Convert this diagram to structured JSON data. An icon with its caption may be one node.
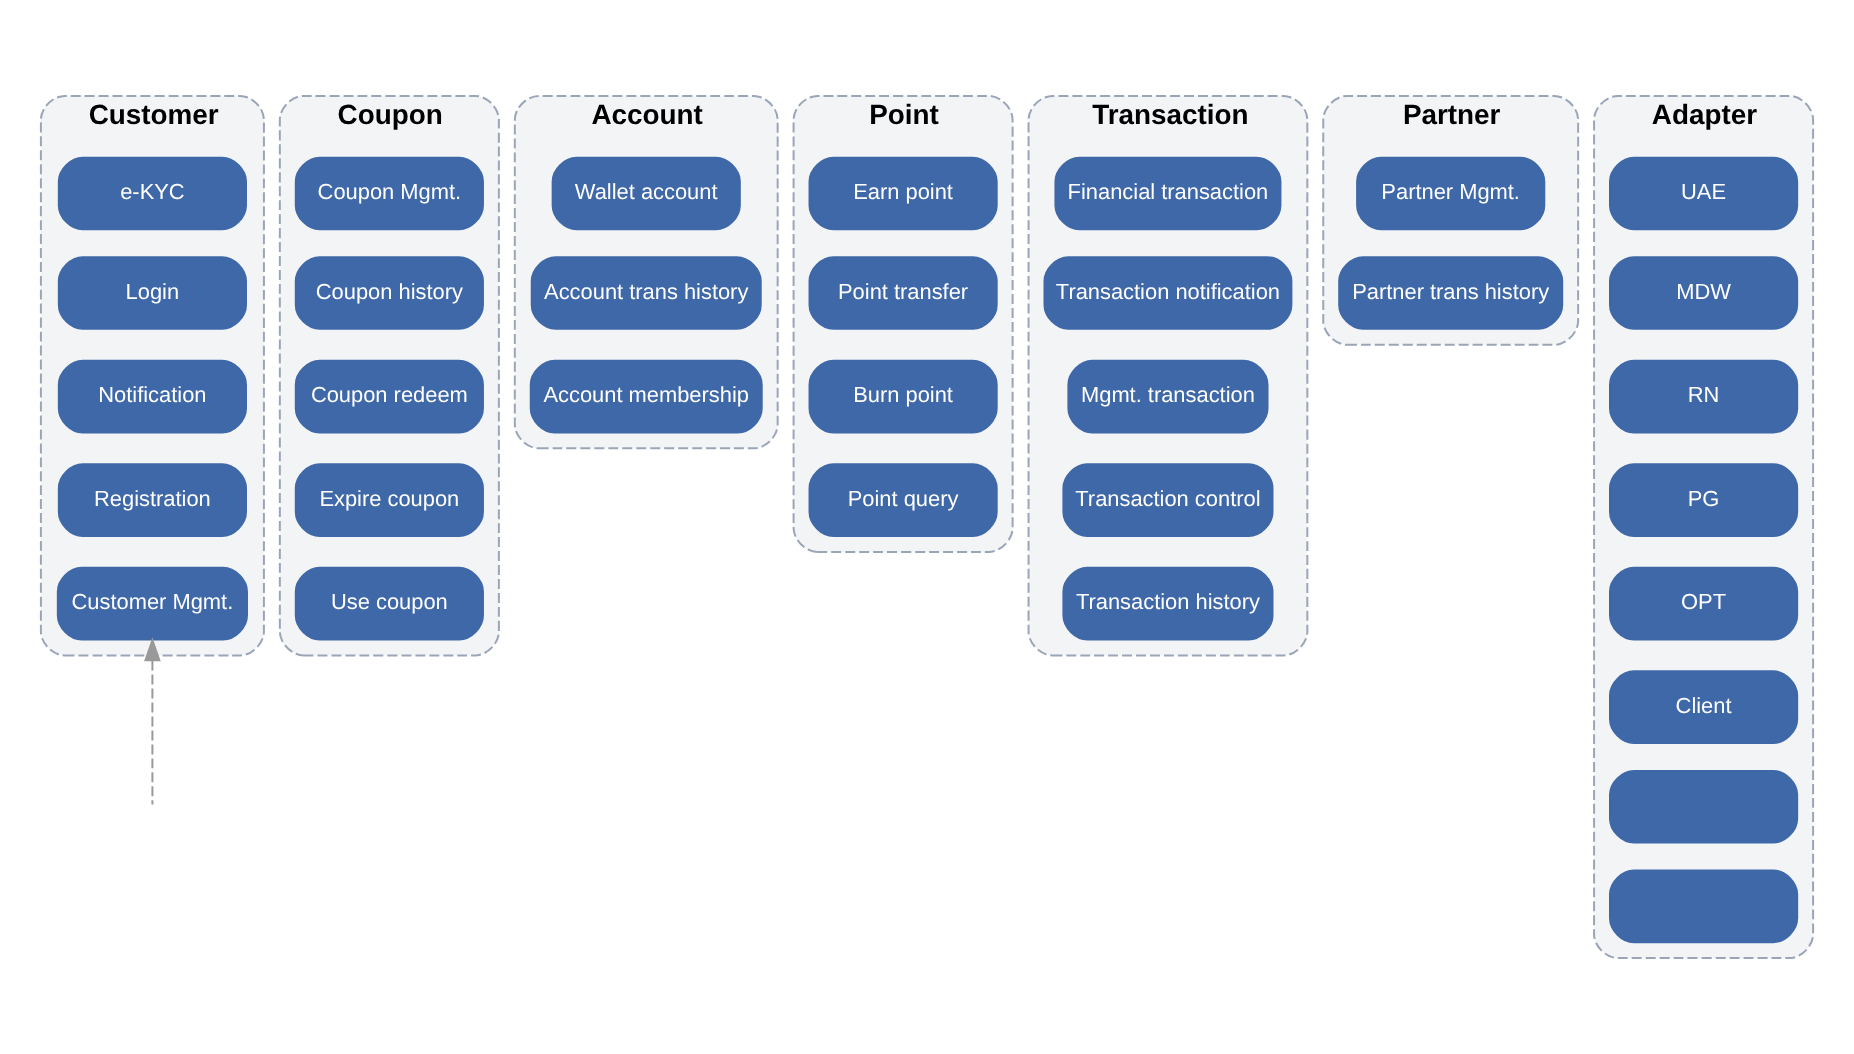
{
  "diagram": {
    "nodes": [
      {
        "text": [
          "Customer"
        ]
      },
      {
        "text": [
          "e-KYC"
        ],
        "in": 0
      },
      {
        "text": [
          "Login"
        ],
        "in": 0
      },
      {
        "text": [
          "Notification"
        ],
        "in": 0
      },
      {
        "text": [
          "Registration"
        ],
        "in": 0
      },
      {
        "text": [
          "Customer Mgmt."
        ],
        "in": 0
      },
      {
        "text": [
          "Coupon"
        ]
      },
      {
        "text": [
          "Coupon Mgmt."
        ],
        "in": 6
      },
      {
        "text": [
          "Coupon history"
        ],
        "in": 6
      },
      {
        "text": [
          "Coupon redeem"
        ],
        "in": 6
      },
      {
        "text": [
          "Expire coupon"
        ],
        "in": 6
      },
      {
        "text": [
          "Use coupon"
        ],
        "in": 6
      },
      {
        "text": [
          "Account"
        ]
      },
      {
        "text": [
          "Wallet account"
        ],
        "in": 12
      },
      {
        "text": [
          "Account trans history"
        ],
        "in": 12
      },
      {
        "text": [
          "Account membership"
        ],
        "in": 12
      },
      {
        "text": [
          "Point"
        ]
      },
      {
        "text": [
          "Earn point"
        ],
        "in": 16
      },
      {
        "text": [
          "Point transfer"
        ],
        "in": 16
      },
      {
        "text": [
          "Burn point"
        ],
        "in": 16
      },
      {
        "text": [
          "Point query"
        ],
        "in": 16
      },
      {
        "text": [
          "Transaction"
        ]
      },
      {
        "text": [
          "Financial transaction"
        ],
        "in": 21
      },
      {
        "text": [
          "Transaction notification"
        ],
        "in": 21
      },
      {
        "text": [
          "Mgmt. transaction"
        ],
        "in": 21
      },
      {
        "text": [
          "Transaction control"
        ],
        "in": 21
      },
      {
        "text": [
          "Transaction history"
        ],
        "in": 21
      },
      {
        "text": [
          "Partner"
        ]
      },
      {
        "text": [
          "Partner Mgmt."
        ],
        "in": 27
      },
      {
        "text": [
          "Partner trans history"
        ],
        "in": 27
      },
      {
        "text": [
          "Adapter"
        ]
      },
      {
        "text": [
          "UAE"
        ],
        "in": 30
      },
      {
        "text": [
          "MDW"
        ],
        "in": 30
      },
      {
        "text": [
          "RN"
        ],
        "in": 30
      },
      {
        "text": [
          "PG"
        ],
        "in": 30
      },
      {
        "text": [
          "OPT"
        ],
        "in": 30
      },
      {
        "text": [
          "Client"
        ],
        "in": 30
      },
      {
        "text": [],
        "shape": "box",
        "in": 30
      },
      {
        "text": [],
        "shape": "box",
        "in": 30
      }
    ],
    "edges": [
      {
        "from": null,
        "to": 5,
        "arrow": "to",
        "style": "dashed",
        "color": "#999999"
      }
    ]
  }
}
